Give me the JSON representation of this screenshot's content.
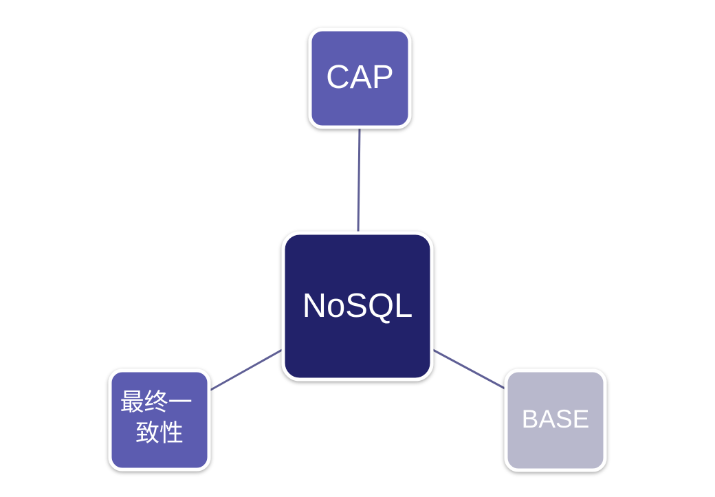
{
  "colors": {
    "center": "#22216a",
    "primary": "#5b5bb0",
    "muted": "#b8b8cc",
    "connector": "#5f5f95"
  },
  "nodes": {
    "center": {
      "label": "NoSQL"
    },
    "top": {
      "label": "CAP"
    },
    "left": {
      "label_lines": [
        "最终一",
        "致性"
      ]
    },
    "right": {
      "label": "BASE"
    }
  }
}
